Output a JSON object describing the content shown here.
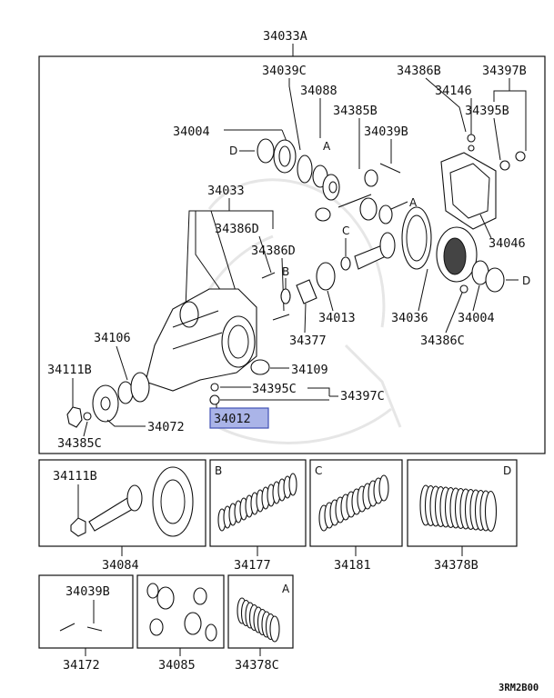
{
  "diagram": {
    "assembly_label": "34033A",
    "labels": {
      "p34039c": "34039C",
      "p34088": "34088",
      "p34004a": "34004",
      "p34385b": "34385B",
      "p34039b": "34039B",
      "p34386b": "34386B",
      "p34146": "34146",
      "p34397b": "34397B",
      "p34395b": "34395B",
      "p34033": "34033",
      "p34386d_a": "34386D",
      "p34386d_b": "34386D",
      "p34046": "34046",
      "p34106": "34106",
      "p34111b": "34111B",
      "p34013": "34013",
      "p34377": "34377",
      "p34036": "34036",
      "p34004b": "34004",
      "p34386c": "34386C",
      "p34109": "34109",
      "p34395c": "34395C",
      "p34397c": "34397C",
      "p34012": "34012",
      "p34385c": "34385C",
      "p34072": "34072"
    },
    "callout_letters": {
      "d1": "D",
      "a1": "A",
      "a2": "A",
      "c1": "C",
      "b1": "B",
      "d2": "D"
    },
    "kits": [
      {
        "letter": "",
        "inner_label": "34111B",
        "label": "34084"
      },
      {
        "letter": "B",
        "inner_label": "",
        "label": "34177"
      },
      {
        "letter": "C",
        "inner_label": "",
        "label": "34181"
      },
      {
        "letter": "D",
        "inner_label": "",
        "label": "34378B"
      },
      {
        "letter": "",
        "inner_label": "34039B",
        "label": "34172"
      },
      {
        "letter": "",
        "inner_label": "",
        "label": "34085"
      },
      {
        "letter": "A",
        "inner_label": "",
        "label": "34378C"
      }
    ],
    "figure_code": "3RM2B00",
    "highlight_color": "#aab4e8",
    "highlight_border": "#3f51b5"
  }
}
